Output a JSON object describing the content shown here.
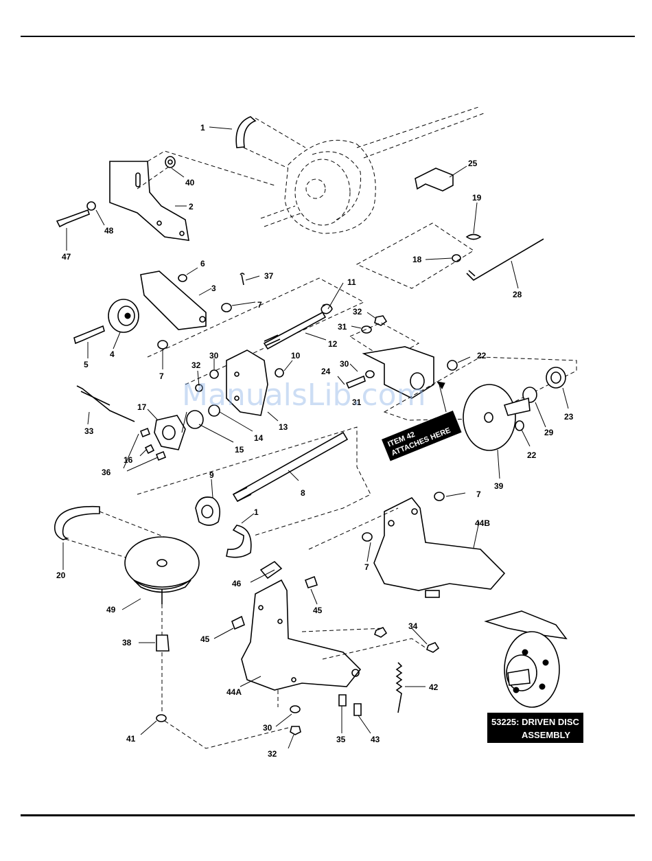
{
  "watermark": "ManualsLib.com",
  "callouts": {
    "item42": [
      "ITEM 42",
      "ATTACHES HERE"
    ],
    "driven_disc": [
      "53225: DRIVEN DISC",
      "ASSEMBLY"
    ]
  },
  "part_labels": {
    "p1a": "1",
    "p40": "40",
    "p2": "2",
    "p48": "48",
    "p47": "47",
    "p25": "25",
    "p19": "19",
    "p18": "18",
    "p28": "28",
    "p6": "6",
    "p37": "37",
    "p3": "3",
    "p7a": "7",
    "p11": "11",
    "p5": "5",
    "p4": "4",
    "p7b": "7",
    "p32a": "32",
    "p31a": "31",
    "p12": "12",
    "p30a": "30",
    "p10": "10",
    "p32b": "32",
    "p30b": "30",
    "p22a": "22",
    "p24": "24",
    "p31b": "31",
    "p33": "33",
    "p17": "17",
    "p36": "36",
    "p16": "16",
    "p15": "15",
    "p14": "14",
    "p13": "13",
    "p23": "23",
    "p29": "29",
    "p22b": "22",
    "p39": "39",
    "p9": "9",
    "p8": "8",
    "p1b": "1",
    "p7c": "7",
    "p44b": "44B",
    "p7d": "7",
    "p20": "20",
    "p49": "49",
    "p46": "46",
    "p45a": "45",
    "p45b": "45",
    "p38": "38",
    "p34": "34",
    "p44a": "44A",
    "p42": "42",
    "p41": "41",
    "p30c": "30",
    "p35": "35",
    "p43": "43",
    "p32c": "32"
  }
}
